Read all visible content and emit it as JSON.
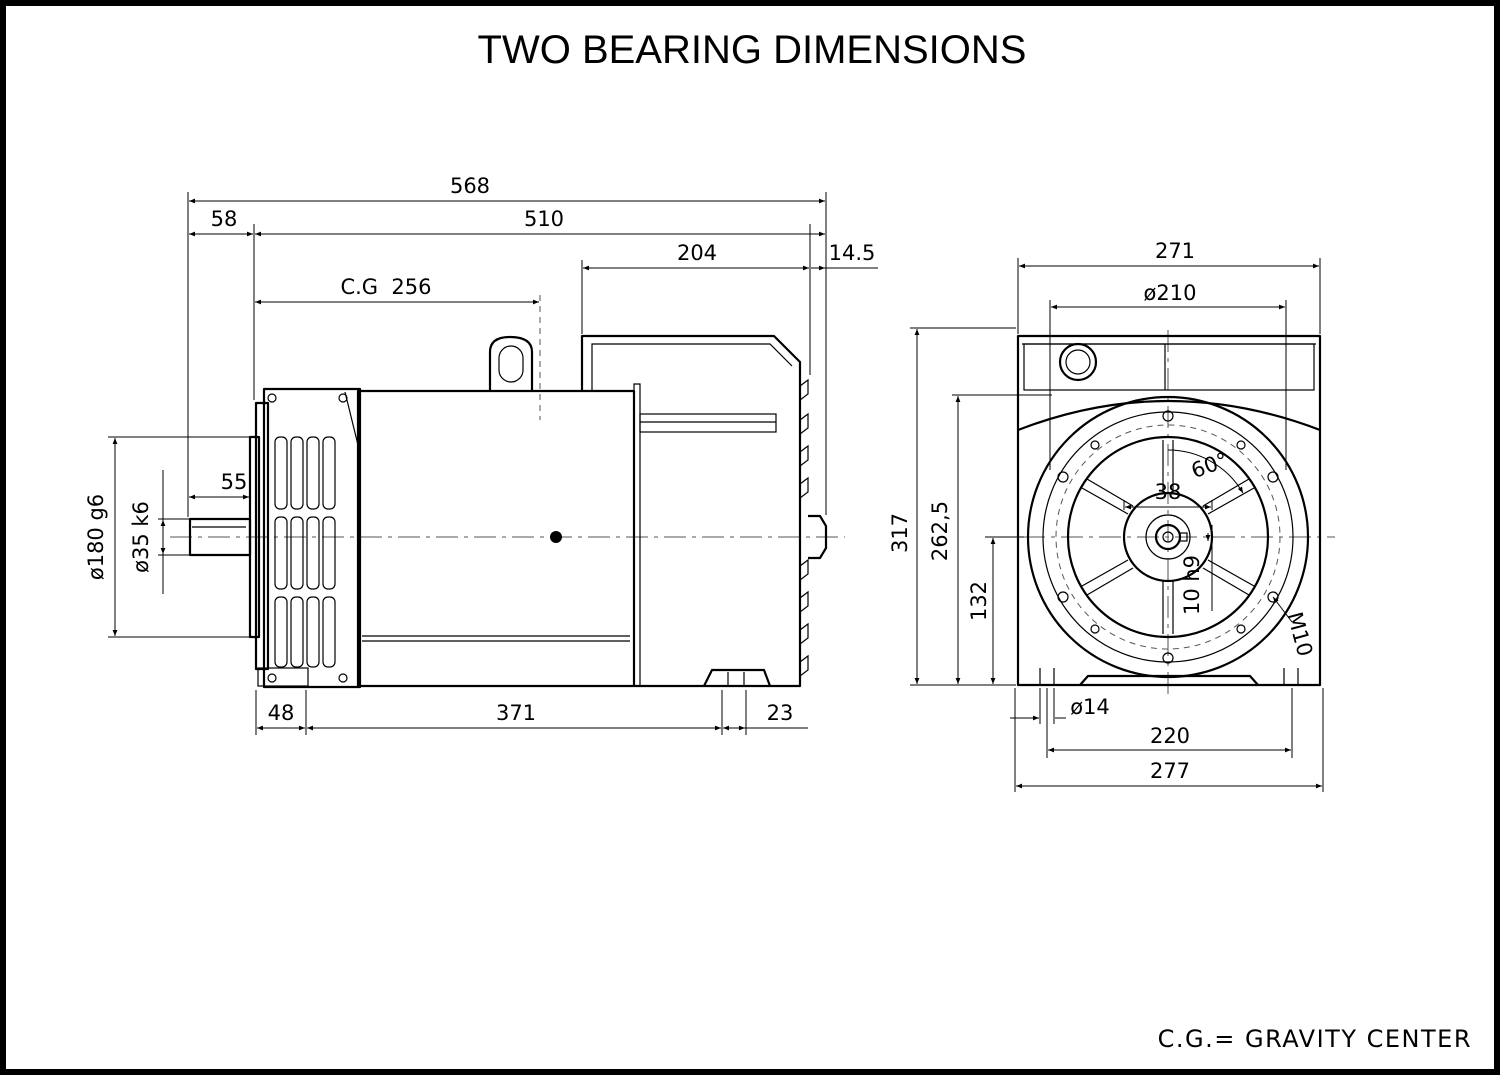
{
  "title": "TWO BEARING DIMENSIONS",
  "note": "C.G.= GRAVITY CENTER",
  "side_view": {
    "overall_length": "568",
    "flange_offset": "58",
    "body_length": "510",
    "rear_section": "204",
    "rear_cover": "14.5",
    "gravity_center": "C.G  256",
    "shaft_length": "55",
    "spigot_diameter": "ø180 g6",
    "shaft_diameter": "ø35 k6",
    "foot_front_offset": "48",
    "foot_spacing": "371",
    "foot_width": "23"
  },
  "end_view": {
    "overall_width": "271",
    "pcd": "ø210",
    "height": "317",
    "spigot_height": "262,5",
    "shaft_height": "132",
    "bolt_angle": "60°",
    "key_height": "38",
    "key_width": "10 h9",
    "bolt_thread": "M10",
    "foot_hole": "ø14",
    "foot_hole_spacing": "220",
    "base_width": "277"
  }
}
